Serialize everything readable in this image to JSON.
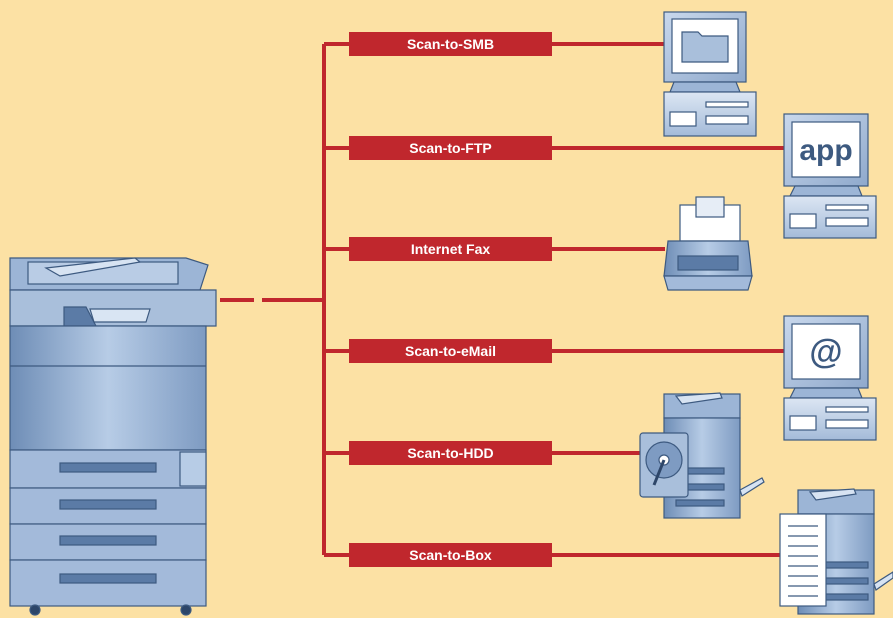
{
  "colors": {
    "background": "#FCE1A4",
    "line": "#C0272D",
    "device": "#A9BFDB",
    "device_dark": "#5B7BA6",
    "outline": "#3D5A80"
  },
  "hub": {
    "label": ""
  },
  "services": [
    {
      "label": "Scan-to-SMB",
      "target_icon": "folder-icon"
    },
    {
      "label": "Scan-to-FTP",
      "target_icon": "app-server-icon",
      "badge": "app"
    },
    {
      "label": "Internet Fax",
      "target_icon": "fax-printer-icon"
    },
    {
      "label": "Scan-to-eMail",
      "target_icon": "email-icon",
      "badge": "@"
    },
    {
      "label": "Scan-to-HDD",
      "target_icon": "hard-disk-icon"
    },
    {
      "label": "Scan-to-Box",
      "target_icon": "document-box-icon"
    }
  ]
}
